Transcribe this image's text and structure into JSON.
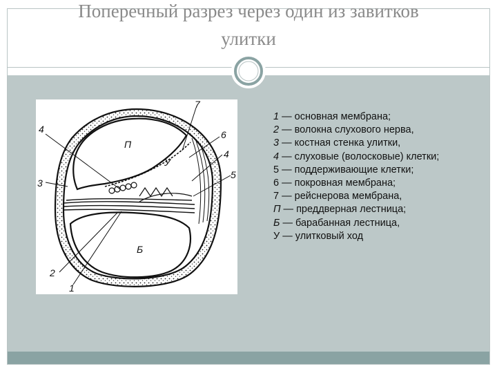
{
  "slide": {
    "title": "Поперечный разрез через один из завитков\nулитки"
  },
  "figure": {
    "icon": "circle-ornament-icon",
    "labels": {
      "l1": "1",
      "l2": "2",
      "l3": "3",
      "l4a": "4",
      "l4b": "4",
      "l5": "5",
      "l6": "6",
      "l7": "7",
      "lP": "П",
      "lB": "Б",
      "lU": "У"
    }
  },
  "legend": [
    {
      "num": "1",
      "text": " — основная мембрана;"
    },
    {
      "num": "2",
      "text": " — волокна слухового нерва,"
    },
    {
      "num": "3",
      "text": " — костная стенка улитки,"
    },
    {
      "num": "4",
      "text": " — слуховые (волосковые) клетки;"
    },
    {
      "num": "5",
      "text": " — поддерживающие клетки;"
    },
    {
      "num": "6",
      "text": " — покровная мембрана;"
    },
    {
      "num": "7",
      "text": " — рейснерова мембрана,"
    },
    {
      "num": "П",
      "text": " — преддверная лестница;"
    },
    {
      "num": "Б",
      "text": " — барабанная лестница,"
    },
    {
      "num": "У",
      "text": " — улитковый ход"
    }
  ],
  "colors": {
    "panel": "#bcc8c8",
    "footer": "#8aa3a3",
    "title": "#8a8a8a"
  }
}
